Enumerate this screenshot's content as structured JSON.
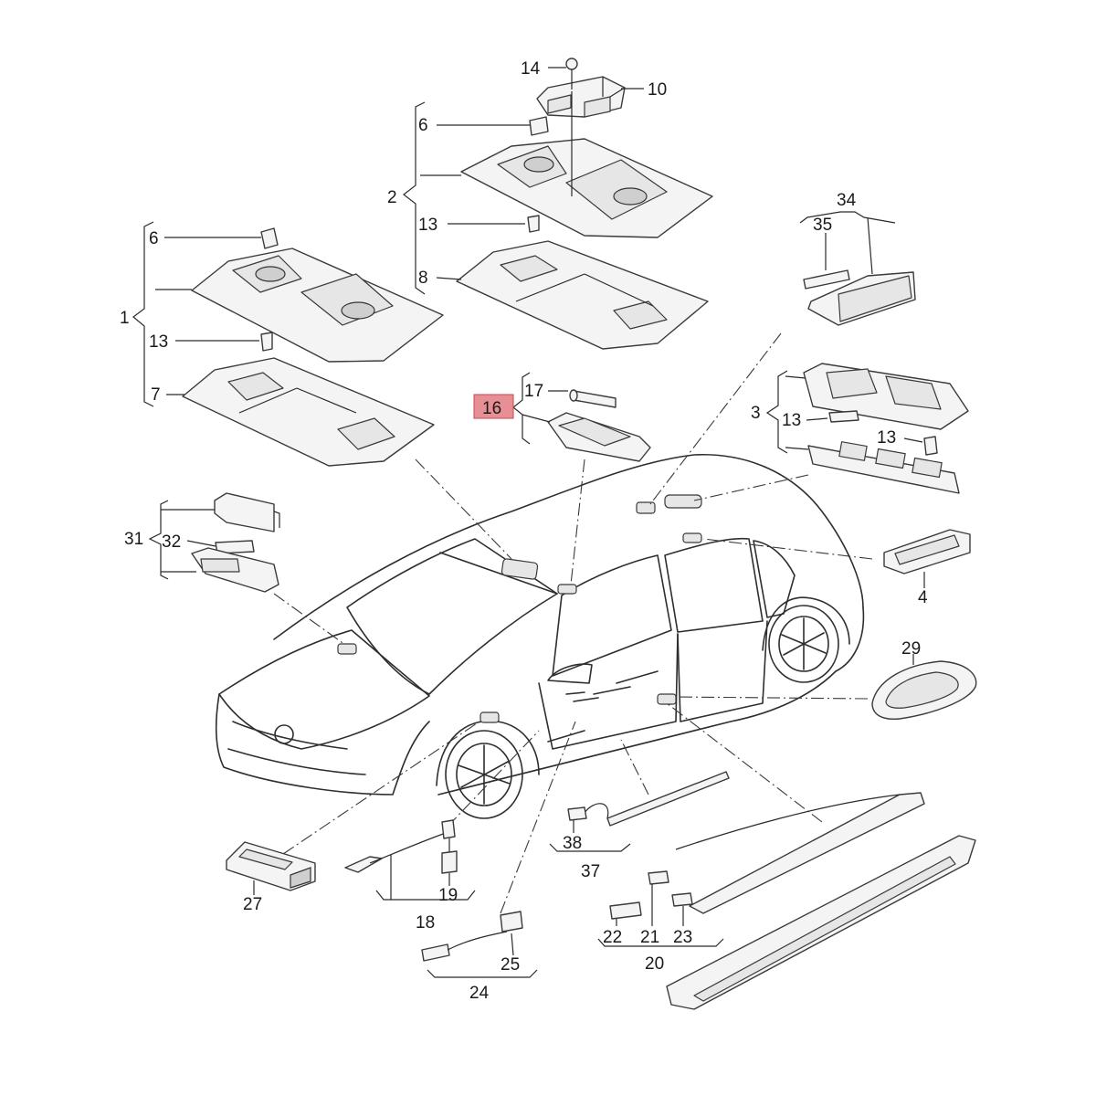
{
  "callouts": {
    "c1": "1",
    "c2": "2",
    "c3": "3",
    "c4": "4",
    "c6a": "6",
    "c6b": "6",
    "c7": "7",
    "c8": "8",
    "c10": "10",
    "c13a": "13",
    "c13b": "13",
    "c13c": "13",
    "c13d": "13",
    "c14": "14",
    "c16": "16",
    "c17": "17",
    "c18": "18",
    "c19": "19",
    "c20": "20",
    "c21": "21",
    "c22": "22",
    "c23": "23",
    "c24": "24",
    "c25": "25",
    "c27": "27",
    "c29": "29",
    "c31": "31",
    "c32": "32",
    "c34": "34",
    "c35": "35",
    "c37": "37",
    "c38": "38"
  },
  "highlight_color": "#e88f95"
}
